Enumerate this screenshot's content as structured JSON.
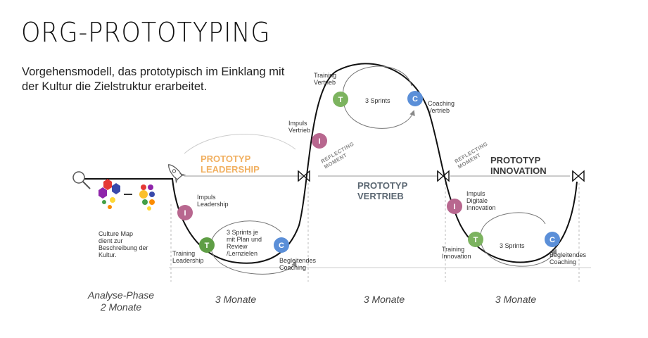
{
  "title": "ORG-PROTOTYPING",
  "subtitle": "Vorgehensmodell, das prototypisch im Einklang mit der Kultur die Zielstruktur erarbeitet.",
  "phases": {
    "leadership": "PROTOTYP\nLEADERSHIP",
    "vertrieb": "PROTOTYP\nVERTRIEB",
    "innovation": "PROTOTYP\nINNOVATION"
  },
  "reflecting_moment": "REFLECTING\nMOMENT",
  "culture_map": "Culture Map\ndient zur\nBeschreibung der\nKultur.",
  "nodes": {
    "impuls": "I",
    "training": "T",
    "coaching": "C"
  },
  "leadership_labels": {
    "impuls": "Impuls\nLeadership",
    "training": "Training\nLeadership",
    "sprints": "3 Sprints je\nmit Plan und\nReview\n/Lernzielen",
    "coaching": "Begleitendes\nCoaching"
  },
  "vertrieb_labels": {
    "impuls": "Impuls\nVertrieb",
    "training": "Training\nVertrieb",
    "sprints": "3 Sprints",
    "coaching": "Coaching\nVertrieb"
  },
  "innovation_labels": {
    "impuls": "Impuls\nDigitale\nInnovation",
    "training": "Training\nInnovation",
    "sprints": "3 Sprints",
    "coaching": "Begleitendes\nCoaching"
  },
  "durations": {
    "analyse": "Analyse-Phase\n2 Monate",
    "leadership": "3 Monate",
    "vertrieb": "3 Monate",
    "innovation": "3 Monate"
  },
  "colors": {
    "impuls": "#b8678f",
    "training": "#7cb35f",
    "coaching": "#5b8fd8",
    "orange": "#f1b061",
    "line": "#111111"
  }
}
